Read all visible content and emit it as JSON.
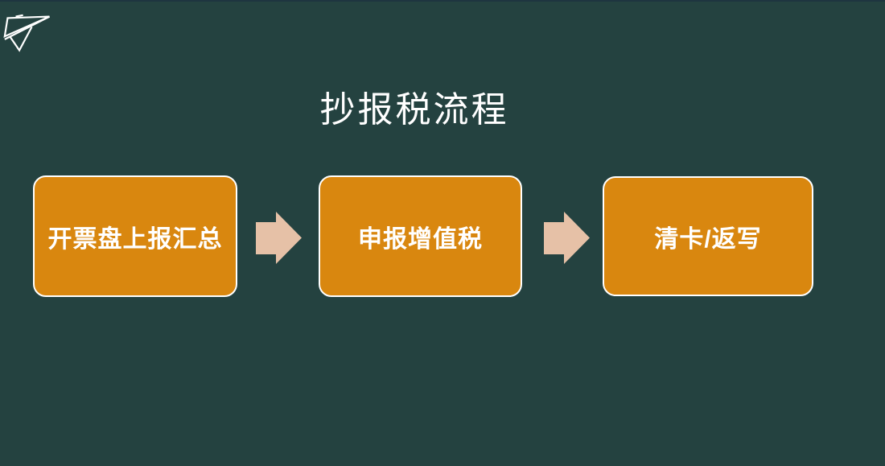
{
  "slide": {
    "title": "抄报税流程",
    "colors": {
      "background": "#244240",
      "box_fill": "#D9870F",
      "box_border": "#FFFFFF",
      "box_text": "#FFFFFF",
      "arrow_fill": "#E6C1A7",
      "title_text": "#FFFFFF",
      "logo_stroke": "#FFFFFF"
    },
    "logo": {
      "icon": "paper-plane-icon"
    },
    "steps": [
      {
        "label": "开票盘上报汇总"
      },
      {
        "label": "申报增值税"
      },
      {
        "label": "清卡/返写"
      }
    ],
    "arrows": [
      {
        "icon": "right-arrow-icon"
      },
      {
        "icon": "right-arrow-icon"
      }
    ]
  }
}
